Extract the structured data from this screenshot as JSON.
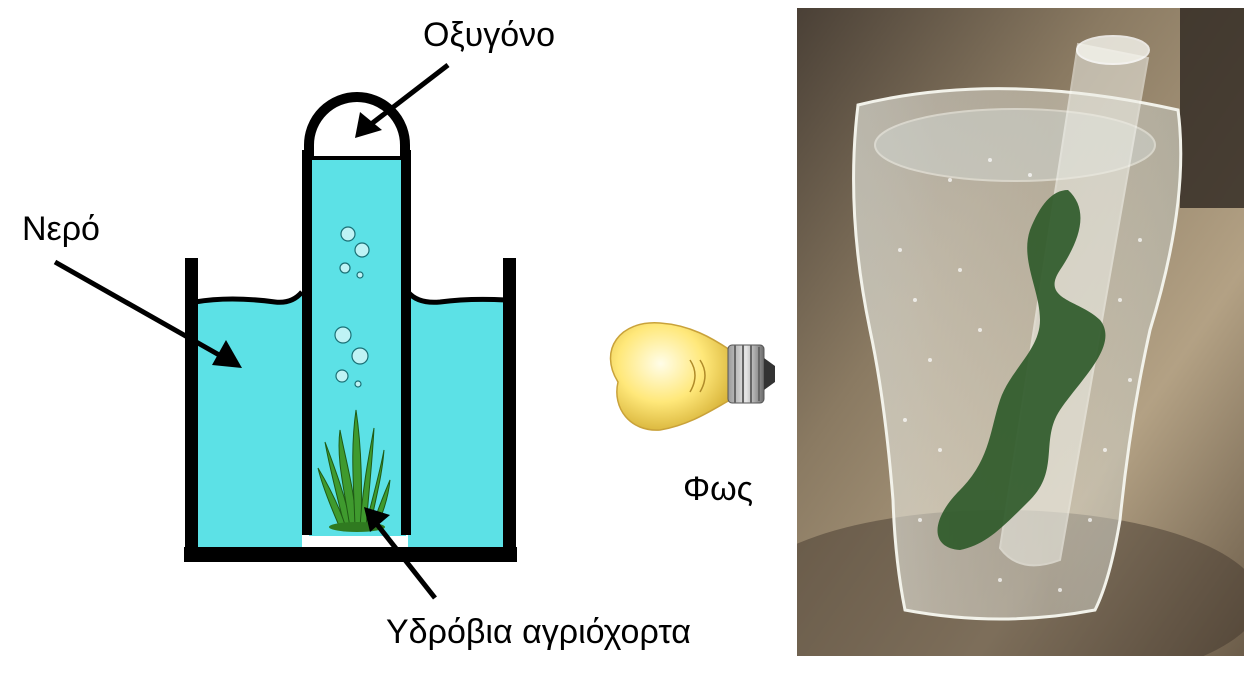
{
  "labels": {
    "oxygen": "Οξυγόνο",
    "water": "Νερό",
    "light": "Φως",
    "plant": "Υδρόβια αγριόχορτα"
  },
  "colors": {
    "water": "#5ce1e6",
    "outline": "#000000",
    "bulb": "#ffe87a",
    "plant": "#3f9a2e"
  },
  "icons": {
    "light_source": "light-bulb-icon",
    "photo": "photo-glass-with-test-tube-and-waterweed"
  }
}
